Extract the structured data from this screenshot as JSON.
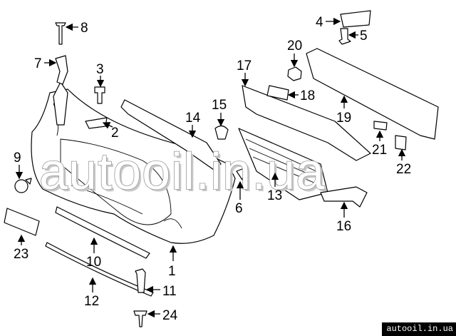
{
  "diagram": {
    "title": "Front bumper components",
    "callouts": [
      "1",
      "2",
      "3",
      "4",
      "5",
      "6",
      "7",
      "8",
      "9",
      "10",
      "11",
      "12",
      "13",
      "14",
      "15",
      "16",
      "17",
      "18",
      "19",
      "20",
      "21",
      "22",
      "23",
      "24"
    ]
  },
  "watermark": "autooil.in.ua",
  "footer": "autooil.in.ua"
}
